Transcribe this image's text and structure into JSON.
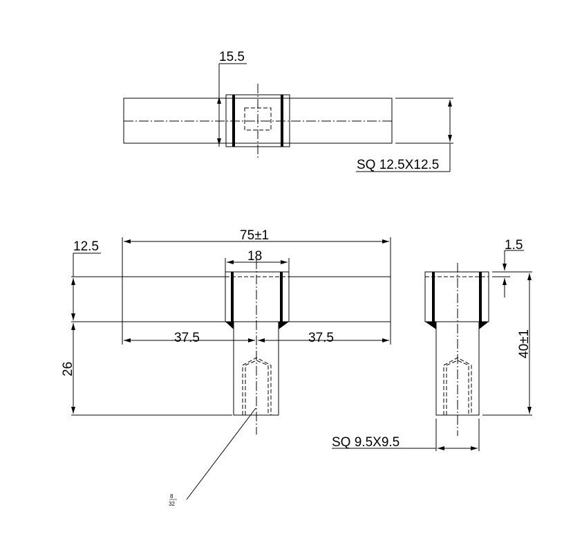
{
  "top_view": {
    "width_label": "15.5",
    "section_label": "SQ 12.5X12.5"
  },
  "front_view": {
    "overall_length": "75±1",
    "collar_width": "18",
    "bar_height": "12.5",
    "left_half": "37.5",
    "right_half": "37.5",
    "stem_height": "26",
    "thread_label_num": "8",
    "thread_label_den": "32"
  },
  "side_view": {
    "chamfer": "1.5",
    "overall_height": "40±1",
    "stem_section": "SQ 9.5X9.5"
  }
}
